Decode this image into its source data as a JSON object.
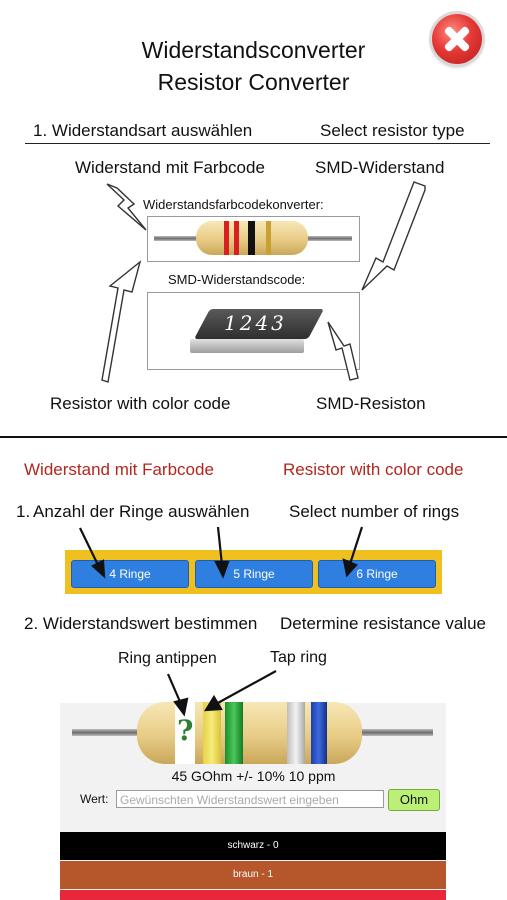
{
  "title": {
    "line1": "Widerstandsconverter",
    "line2": "Resistor Converter"
  },
  "step1": {
    "de": "1. Widerstandsart auswählen",
    "en": "Select resistor type"
  },
  "types": {
    "color_de": "Widerstand mit Farbcode",
    "smd_de": "SMD-Widerstand",
    "color_box_title": "Widerstandsfarbcodekonverter:",
    "smd_box_title": "SMD-Widerstandscode:",
    "smd_code": "1243",
    "color_en": "Resistor with color code",
    "smd_en": "SMD-Resiston"
  },
  "section2": {
    "de": "Widerstand mit Farbcode",
    "en": "Resistor with color code"
  },
  "rings": {
    "step_de": "Anzahl der Ringe auswählen",
    "step_num": "1.",
    "step_en": "Select number of rings",
    "buttons": [
      "4 Ringe",
      "5 Ringe",
      "6 Ringe"
    ]
  },
  "step2": {
    "de": "2. Widerstandswert bestimmen",
    "en": "Determine resistance value"
  },
  "tap": {
    "de": "Ring antippen",
    "en": "Tap ring",
    "question": "?"
  },
  "result": "45 GOhm +/- 10% 10 ppm",
  "wert": {
    "label": "Wert:",
    "placeholder": "Gewünschten Widerstandswert eingeben",
    "ohm": "Ohm"
  },
  "colors": [
    {
      "label": "schwarz - 0",
      "color": "#000000"
    },
    {
      "label": "braun - 1",
      "color": "#b5562b"
    },
    {
      "label": "",
      "color": "#e8283a"
    }
  ],
  "accent": {
    "ring_bar": "#f0c020",
    "button": "#2f7fe0",
    "heading_red": "#b3261e",
    "ohm_button": "#b9f075"
  }
}
